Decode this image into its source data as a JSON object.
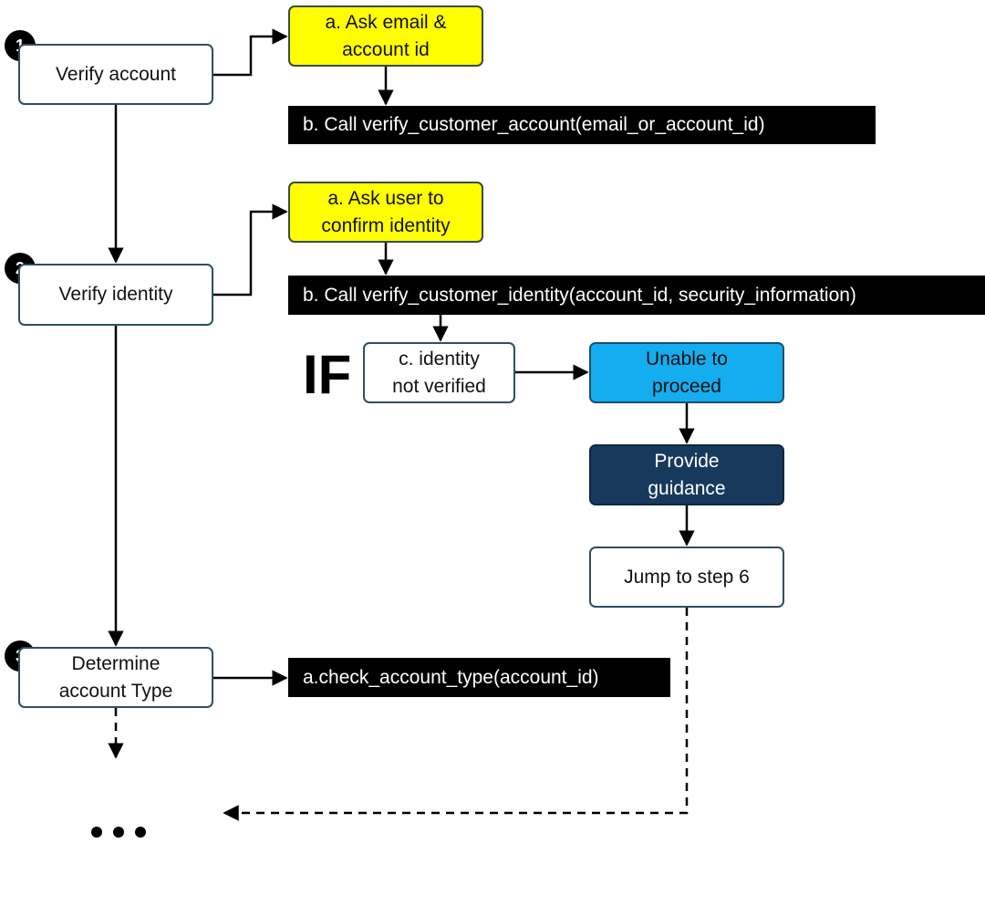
{
  "steps": [
    {
      "number": "1",
      "label": "Verify account"
    },
    {
      "number": "2",
      "label": "Verify identity"
    },
    {
      "number": "3",
      "label": "Determine\naccount Type"
    }
  ],
  "step1": {
    "ask": "a. Ask email &\naccount id",
    "call": "b. Call verify_customer_account(email_or_account_id)"
  },
  "step2": {
    "ask": "a. Ask user to\nconfirm identity",
    "call": "b. Call verify_customer_identity(account_id, security_information)",
    "if_keyword": "IF",
    "condition": "c. identity\nnot verified",
    "unable": "Unable to\nproceed",
    "guidance": "Provide\nguidance",
    "jump": "Jump to step 6"
  },
  "step3": {
    "call": "a.check_account_type(account_id)"
  },
  "colors": {
    "yellow": "#ffff00",
    "cyan": "#14adef",
    "navy": "#173a5c",
    "black": "#000000"
  }
}
